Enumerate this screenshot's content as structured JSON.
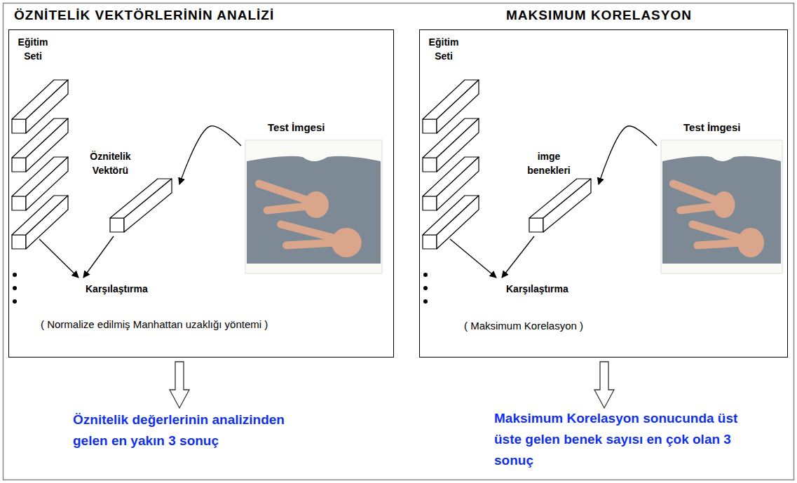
{
  "diagram": {
    "nodes": [
      {
        "text": [
          "ÖZNİTELİK VEKTÖRLERİNİN ANALİZİ",
          "( Normalize edilmiş Manhattan uzaklığı yöntemi )"
        ]
      },
      {
        "text": [
          "Eğitim Seti"
        ],
        "in": 0
      },
      {
        "text": [
          "Öznitelik Vektörü"
        ],
        "in": 0
      },
      {
        "text": [
          "Test İmgesi"
        ],
        "in": 0
      },
      {
        "text": [
          "MAKSIMUM KORELASYON",
          "( Maksimum Korelasyon )"
        ]
      },
      {
        "text": [
          "Eğitim Seti"
        ],
        "in": 4
      },
      {
        "text": [
          "imge benekleri"
        ],
        "in": 4
      },
      {
        "text": [
          "Test İmgesi"
        ],
        "in": 4
      }
    ],
    "edges": [
      {
        "from": 3,
        "to": 2,
        "arrow": "to"
      },
      {
        "from": 7,
        "to": 6,
        "arrow": "to"
      }
    ],
    "labels": [
      "Karşılaştırma",
      "Karşılaştırma",
      "Öznitelik değerlerinin analizinden gelen en yakın 3 sonuç",
      "Maksimum Korelasyon sonucunda üst üste gelen benek sayısı en çok olan 3 sonuç"
    ]
  }
}
